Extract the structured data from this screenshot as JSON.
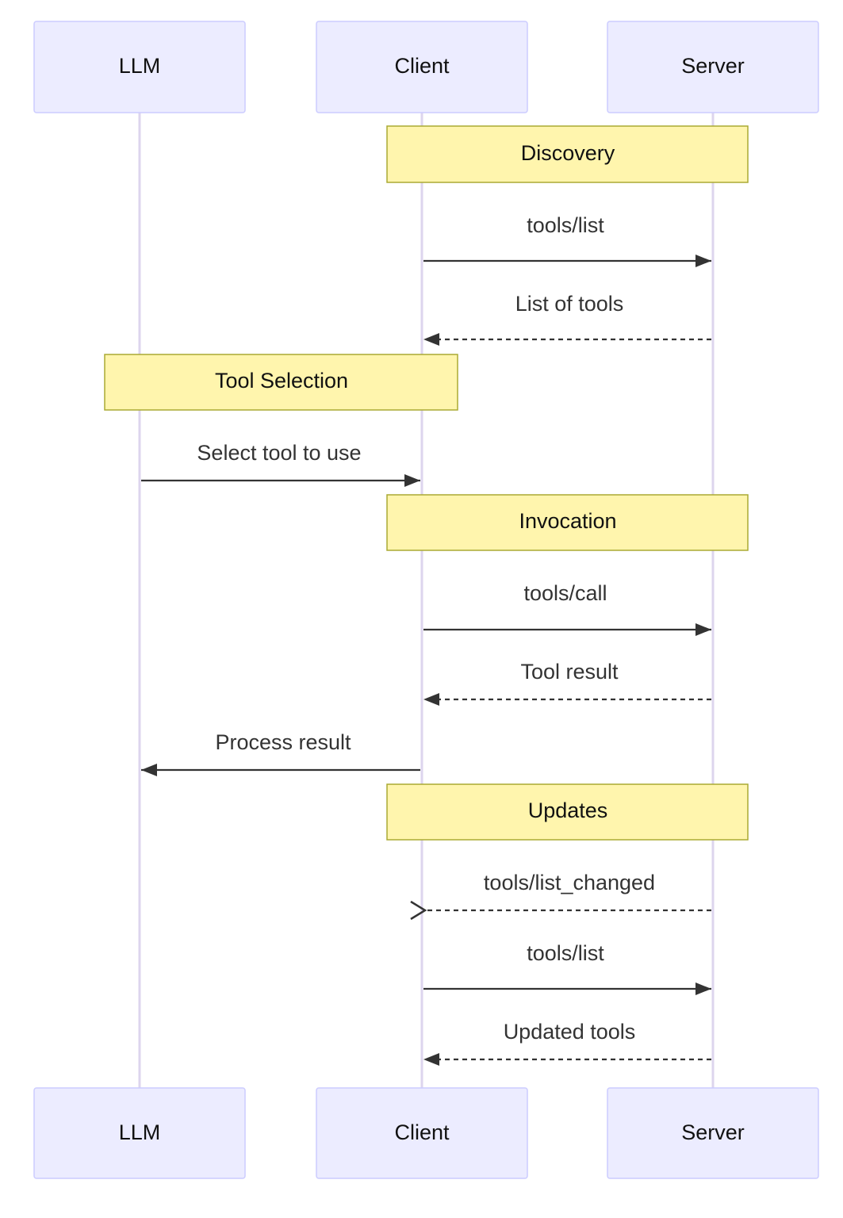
{
  "participants": [
    {
      "id": "llm",
      "label": "LLM"
    },
    {
      "id": "client",
      "label": "Client"
    },
    {
      "id": "server",
      "label": "Server"
    }
  ],
  "notes": [
    {
      "label": "Discovery"
    },
    {
      "label": "Tool Selection"
    },
    {
      "label": "Invocation"
    },
    {
      "label": "Updates"
    }
  ],
  "messages": [
    {
      "label": "tools/list",
      "from": "client",
      "to": "server",
      "style": "solid",
      "arrow": "filled"
    },
    {
      "label": "List of tools",
      "from": "server",
      "to": "client",
      "style": "dashed",
      "arrow": "filled"
    },
    {
      "label": "Select tool to use",
      "from": "llm",
      "to": "client",
      "style": "solid",
      "arrow": "filled"
    },
    {
      "label": "tools/call",
      "from": "client",
      "to": "server",
      "style": "solid",
      "arrow": "filled"
    },
    {
      "label": "Tool result",
      "from": "server",
      "to": "client",
      "style": "dashed",
      "arrow": "filled"
    },
    {
      "label": "Process result",
      "from": "client",
      "to": "llm",
      "style": "solid",
      "arrow": "filled"
    },
    {
      "label": "tools/list_changed",
      "from": "server",
      "to": "client",
      "style": "dashed",
      "arrow": "open"
    },
    {
      "label": "tools/list",
      "from": "client",
      "to": "server",
      "style": "solid",
      "arrow": "filled"
    },
    {
      "label": "Updated tools",
      "from": "server",
      "to": "client",
      "style": "dashed",
      "arrow": "filled"
    }
  ],
  "colors": {
    "actor_fill": "#ECECFF",
    "actor_stroke": "#CCCCFF",
    "lifeline": "#DDD5EE",
    "note_fill": "#FFF5AD",
    "note_stroke": "#AAAA33",
    "line": "#333333"
  }
}
